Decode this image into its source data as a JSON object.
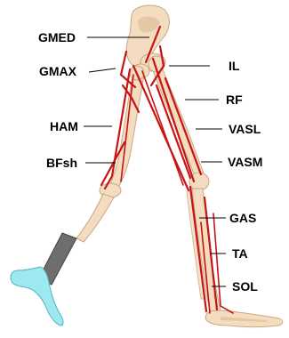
{
  "labels": {
    "gmed": "GMED",
    "gmax": "GMAX",
    "ham": "HAM",
    "bfsh": "BFsh",
    "il": "IL",
    "rf": "RF",
    "vasl": "VASL",
    "vasm": "VASM",
    "gas": "GAS",
    "ta": "TA",
    "sol": "SOL"
  },
  "colors": {
    "muscle": "#c81414",
    "bone": "#f3dcc0",
    "bone_outline": "#c9a884",
    "prosthetic_pylon": "#6e6e6e",
    "prosthetic_foot": "#9ee8ef",
    "text": "#000000"
  },
  "icons": {
    "prosthetic_foot": "prosthetic-foot-icon"
  }
}
